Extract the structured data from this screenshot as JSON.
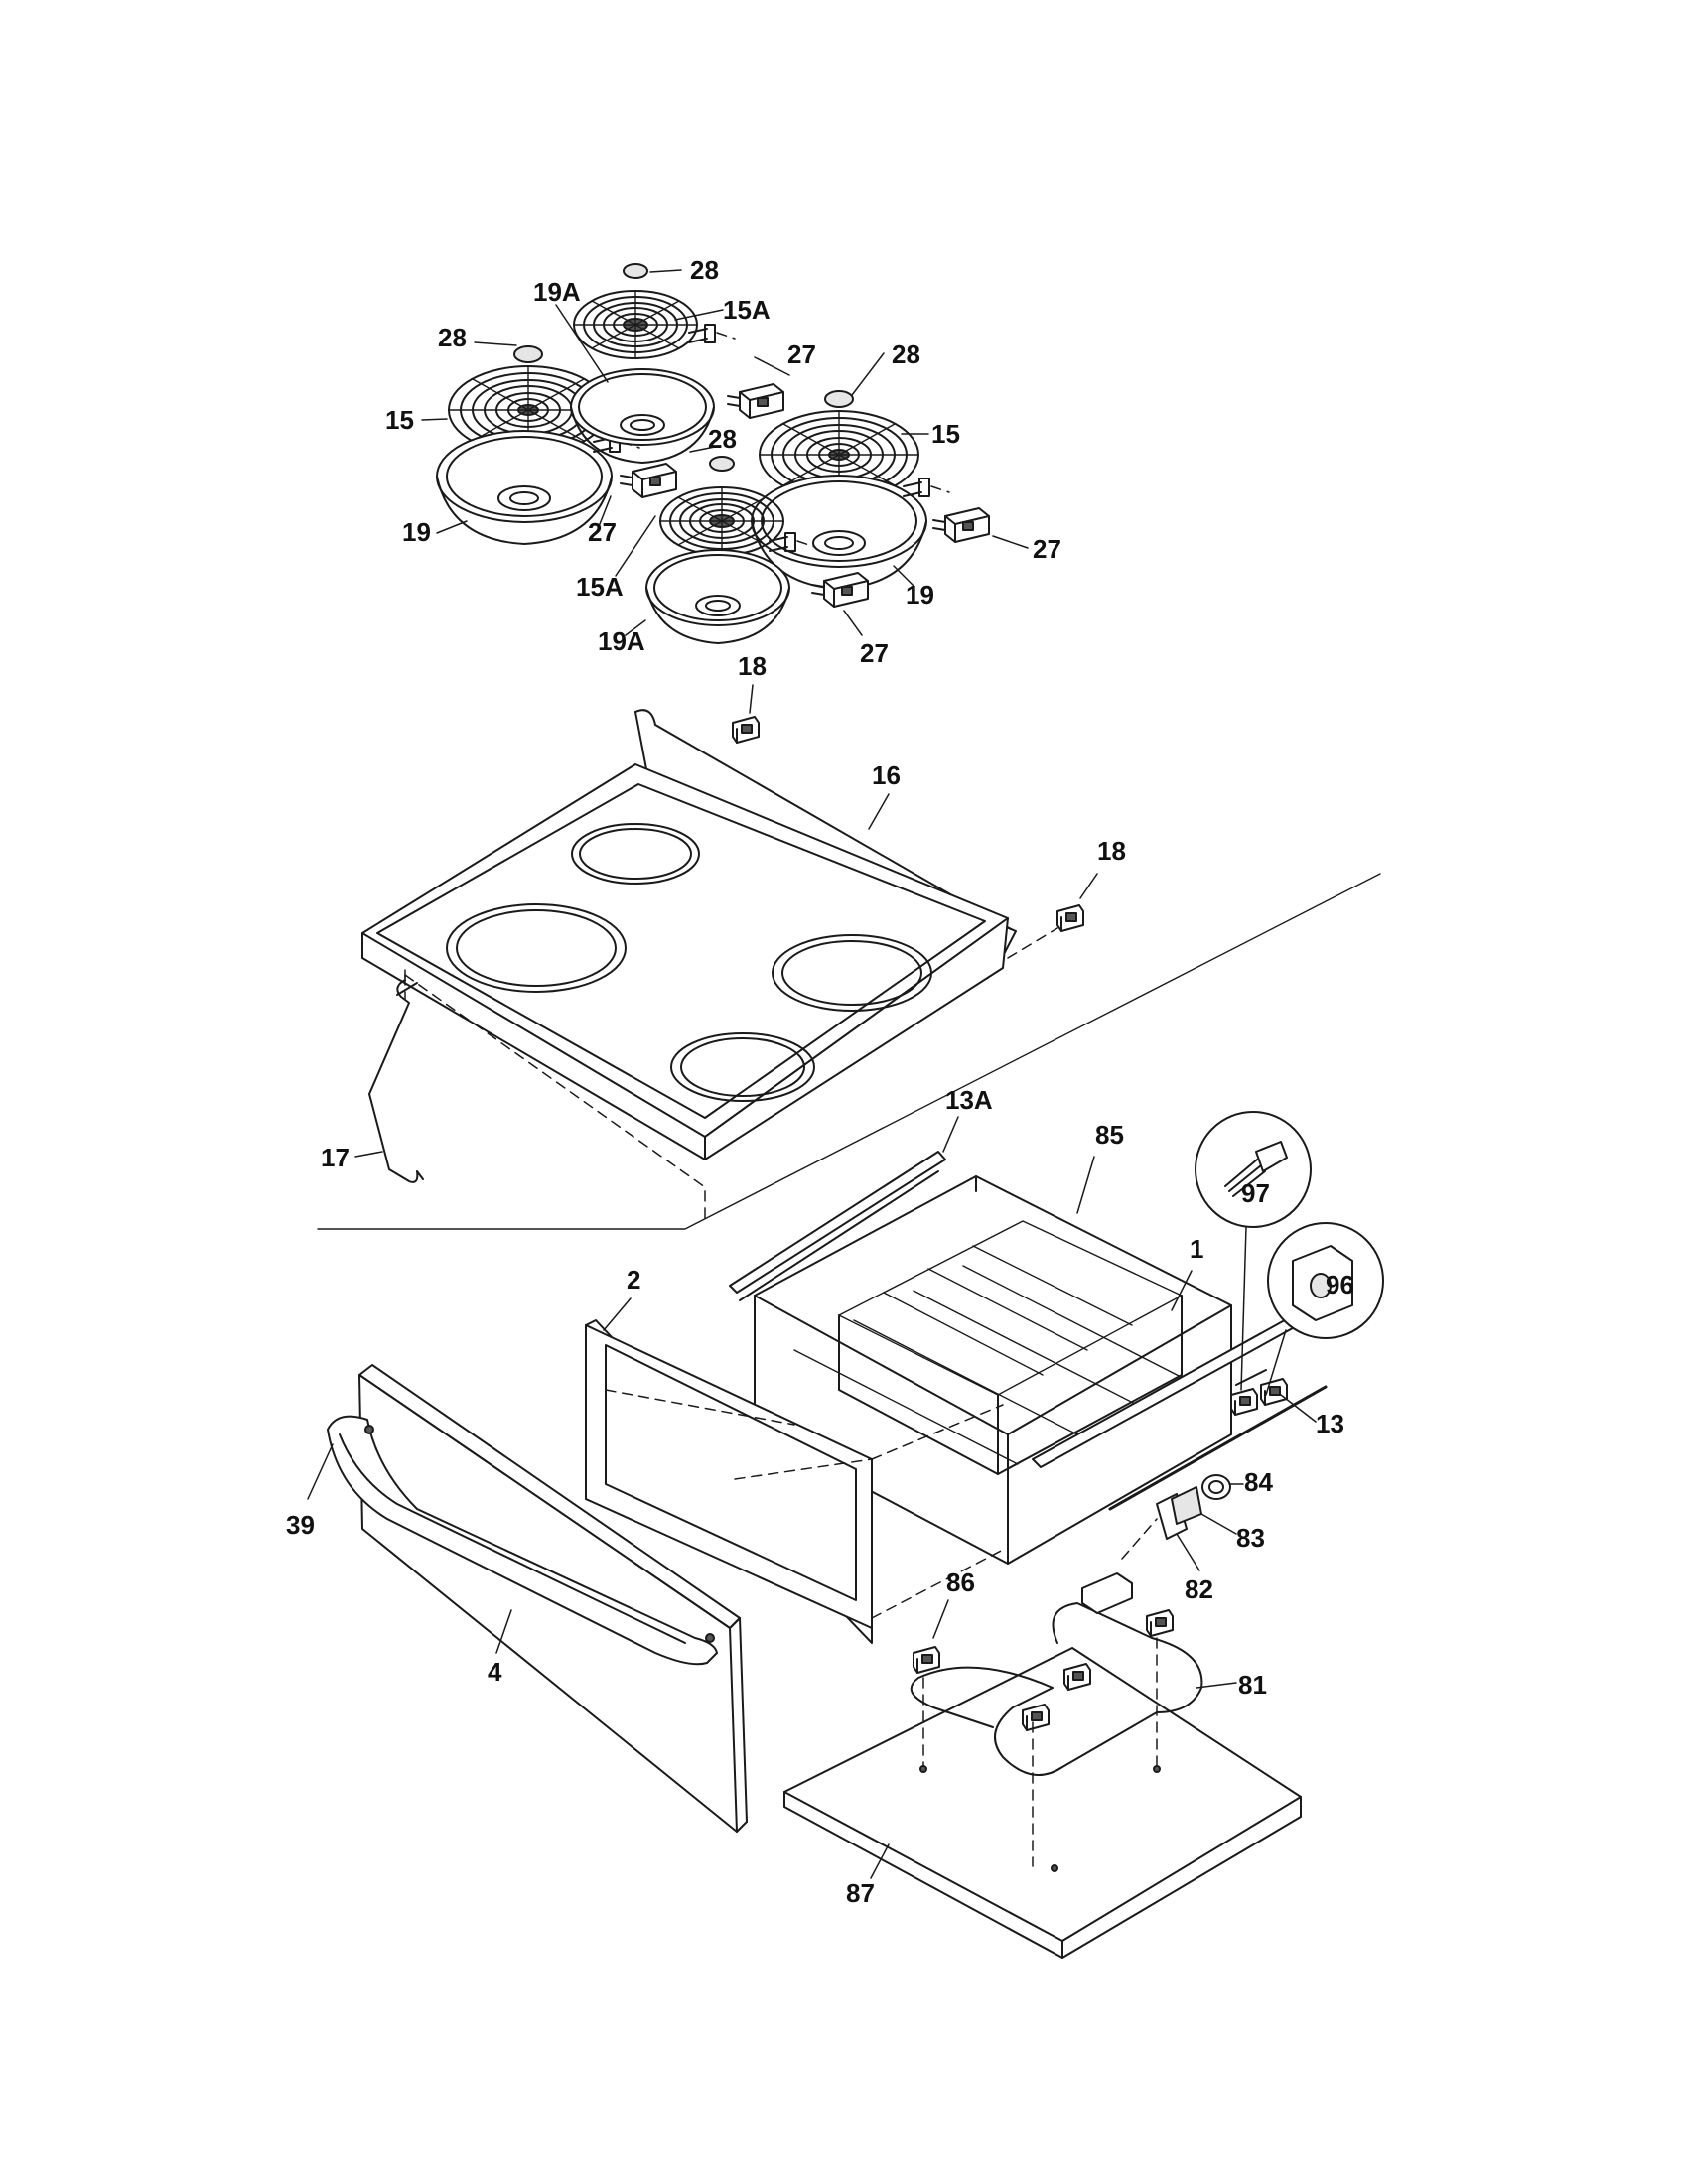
{
  "callouts": [
    {
      "id": "c28a",
      "text": "28"
    },
    {
      "id": "c19Aa",
      "text": "19A"
    },
    {
      "id": "c15Aa",
      "text": "15A"
    },
    {
      "id": "c28b",
      "text": "28"
    },
    {
      "id": "c27a",
      "text": "27"
    },
    {
      "id": "c28c",
      "text": "28"
    },
    {
      "id": "c15a",
      "text": "15"
    },
    {
      "id": "c15b",
      "text": "15"
    },
    {
      "id": "c28d",
      "text": "28"
    },
    {
      "id": "c19a",
      "text": "19"
    },
    {
      "id": "c27b",
      "text": "27"
    },
    {
      "id": "c27c",
      "text": "27"
    },
    {
      "id": "c15Ab",
      "text": "15A"
    },
    {
      "id": "c19b",
      "text": "19"
    },
    {
      "id": "c19Ab",
      "text": "19A"
    },
    {
      "id": "c27d",
      "text": "27"
    },
    {
      "id": "c18a",
      "text": "18"
    },
    {
      "id": "c16",
      "text": "16"
    },
    {
      "id": "c18b",
      "text": "18"
    },
    {
      "id": "c17",
      "text": "17"
    },
    {
      "id": "c13A",
      "text": "13A"
    },
    {
      "id": "c85",
      "text": "85"
    },
    {
      "id": "c97",
      "text": "97"
    },
    {
      "id": "c1",
      "text": "1"
    },
    {
      "id": "c96",
      "text": "96"
    },
    {
      "id": "c2",
      "text": "2"
    },
    {
      "id": "c13",
      "text": "13"
    },
    {
      "id": "c84",
      "text": "84"
    },
    {
      "id": "c39",
      "text": "39"
    },
    {
      "id": "c83",
      "text": "83"
    },
    {
      "id": "c86",
      "text": "86"
    },
    {
      "id": "c82",
      "text": "82"
    },
    {
      "id": "c4",
      "text": "4"
    },
    {
      "id": "c81",
      "text": "81"
    },
    {
      "id": "c87",
      "text": "87"
    }
  ]
}
